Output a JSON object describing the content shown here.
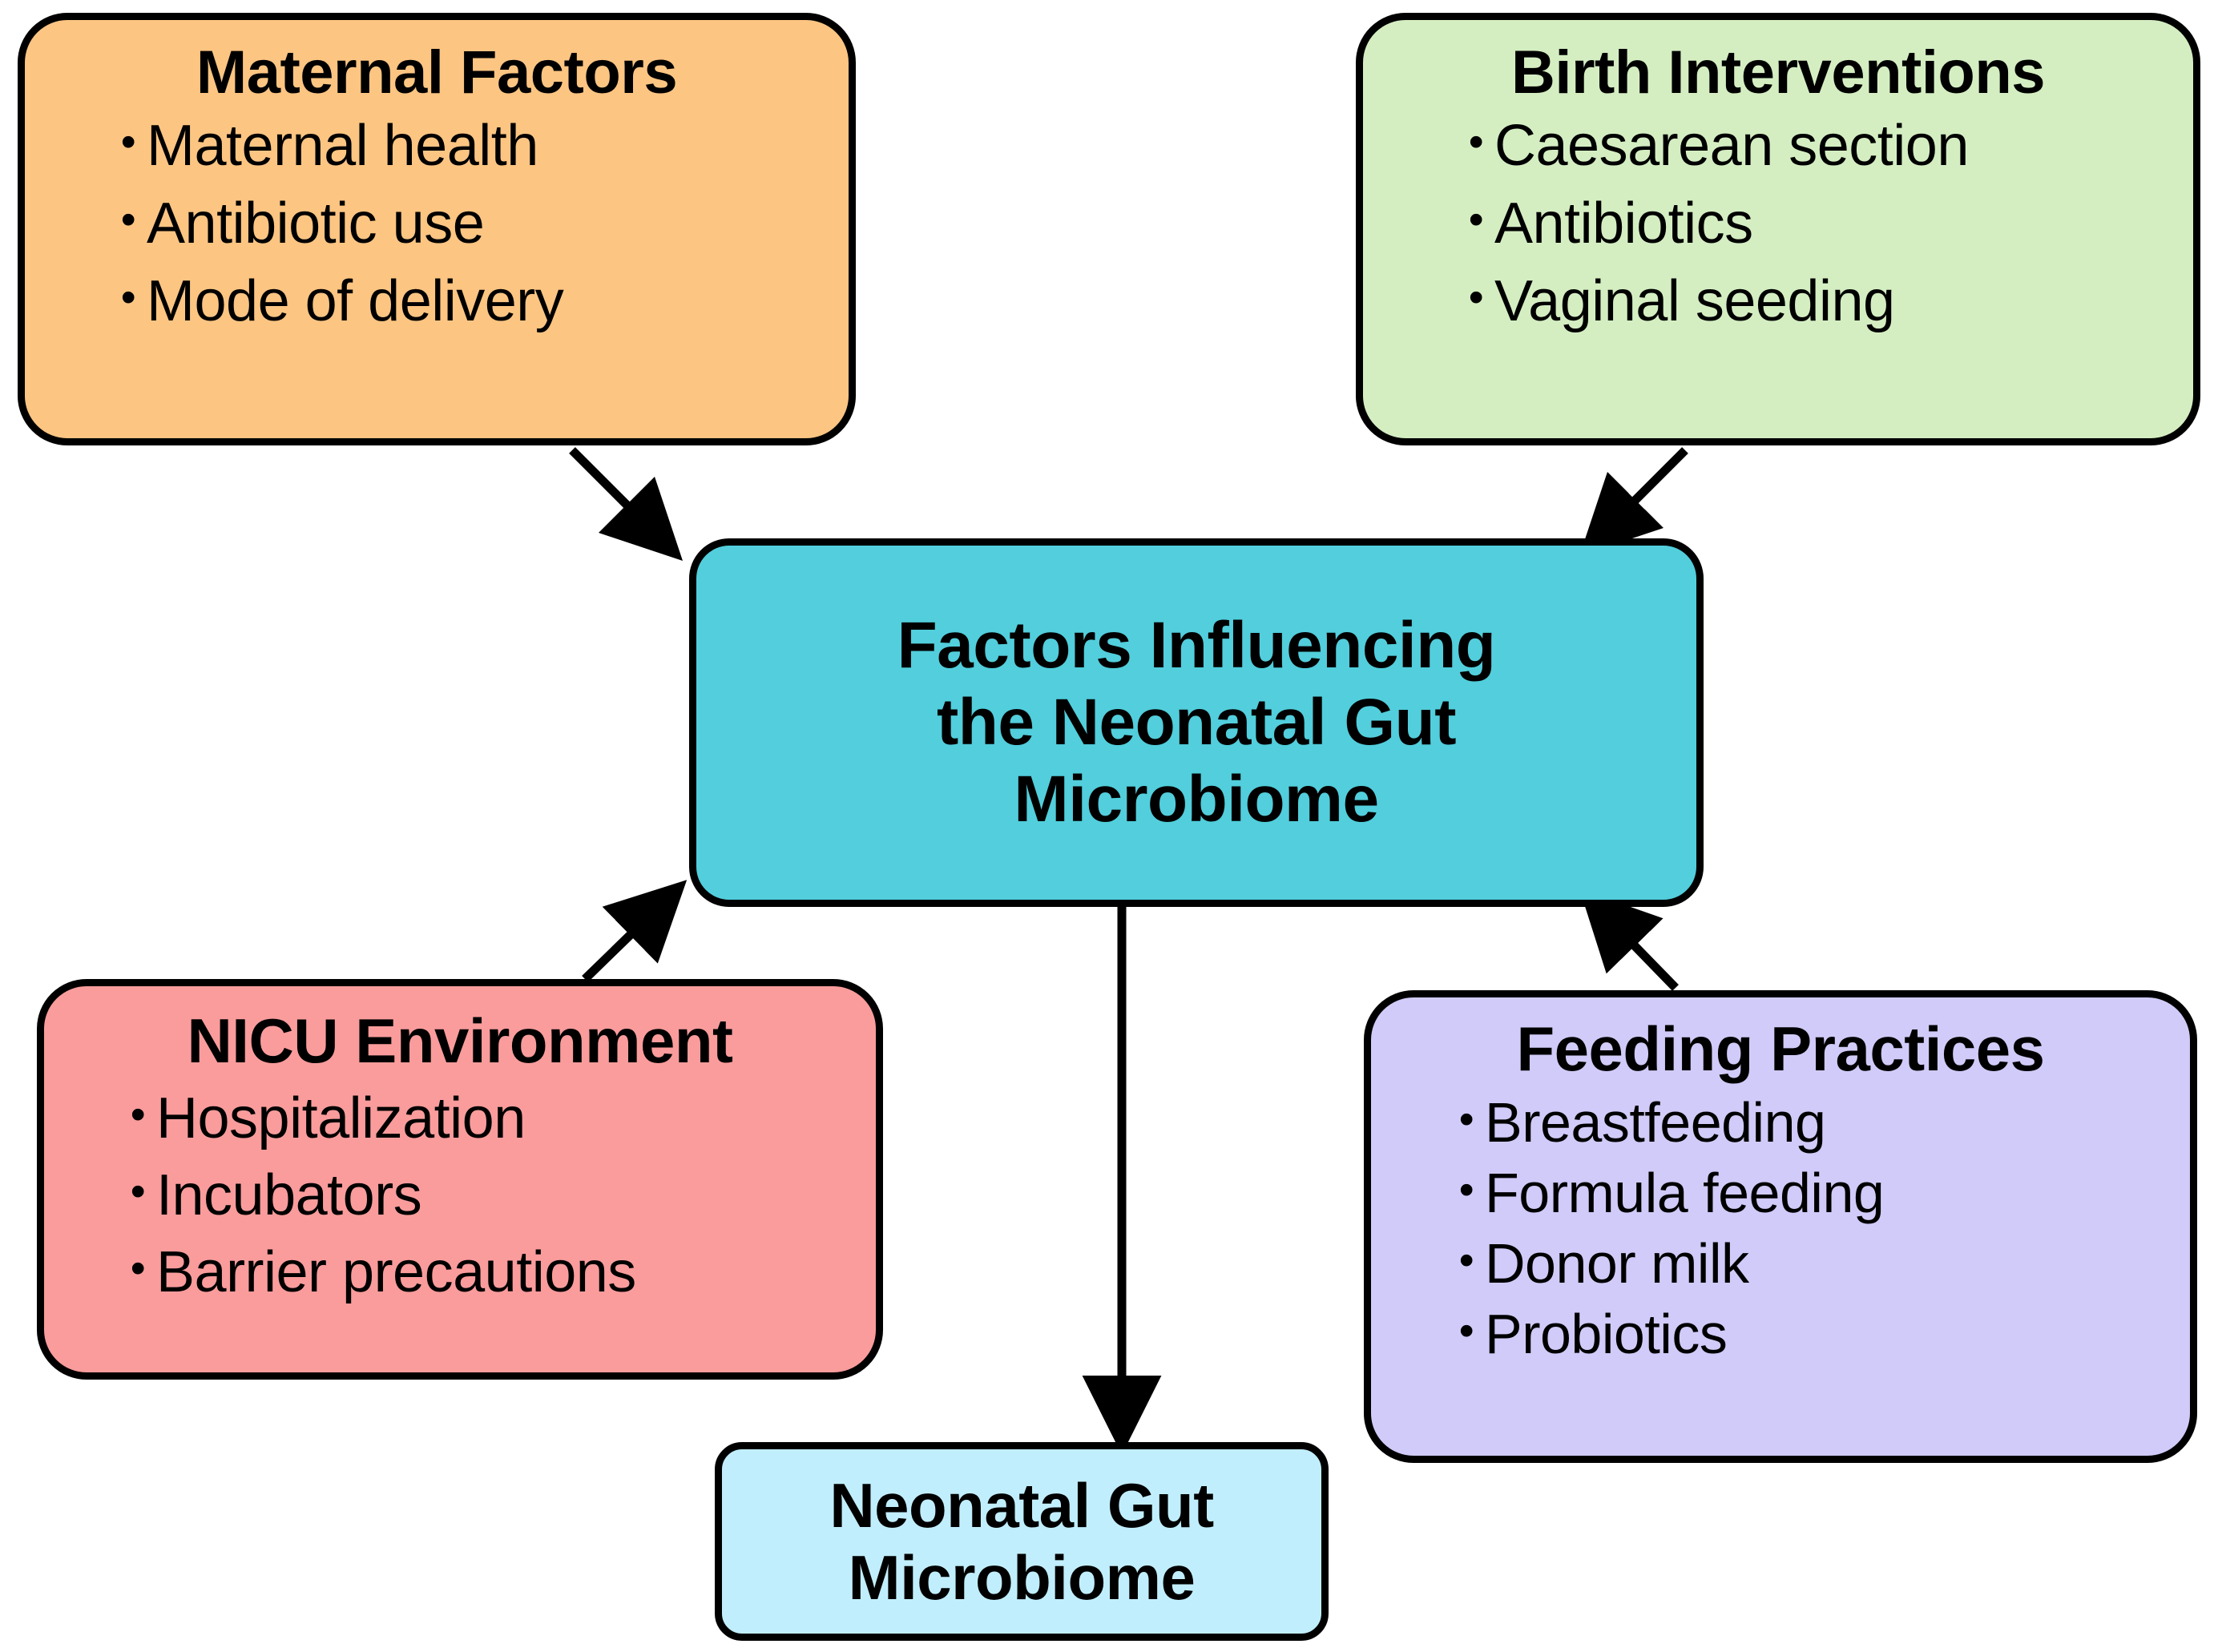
{
  "diagram": {
    "title": "Factors Influencing the Neonatal Gut Microbiome",
    "background_color": "#FFFFFF",
    "outline_color": "#000000",
    "nodes": {
      "maternal": {
        "title": "Maternal Factors",
        "color": "#FCC582",
        "items": [
          "Maternal health",
          "Antibiotic use",
          "Mode of delivery"
        ]
      },
      "birth": {
        "title": "Birth Interventions",
        "color": "#D4EEC2",
        "items": [
          "Caesarean section",
          "Antibiotics",
          "Vaginal seeding"
        ]
      },
      "center": {
        "title": "Factors Influencing the Neonatal Gut Microbiome",
        "line1": "Factors Influencing",
        "line2": "the Neonatal Gut",
        "line3": "Microbiome",
        "color": "#52CEDC",
        "items": []
      },
      "nicu": {
        "title": "NICU Environment",
        "color": "#FA9C9C",
        "items": [
          "Hospitalization",
          "Incubators",
          "Barrier precautions"
        ]
      },
      "feeding": {
        "title": "Feeding Practices",
        "color": "#D0CBF8",
        "items": [
          "Breastfeeding",
          "Formula feeding",
          "Donor milk",
          "Probiotics"
        ]
      },
      "outcome": {
        "title": "Neonatal Gut Microbiome",
        "line1": "Neonatal Gut",
        "line2": "Microbiome",
        "color": "#C1EEFD",
        "items": []
      }
    },
    "bullet_glyph": "•",
    "edges": [
      {
        "from": "maternal",
        "to": "center",
        "direction": "down-right"
      },
      {
        "from": "birth",
        "to": "center",
        "direction": "down-left"
      },
      {
        "from": "nicu",
        "to": "center",
        "direction": "up-right"
      },
      {
        "from": "feeding",
        "to": "center",
        "direction": "up-left"
      },
      {
        "from": "center",
        "to": "outcome",
        "direction": "down"
      }
    ]
  }
}
